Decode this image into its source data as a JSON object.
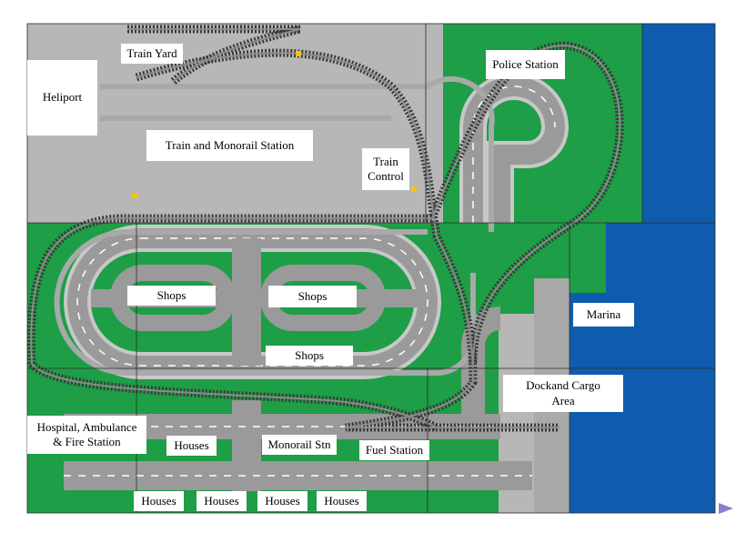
{
  "colors": {
    "background": "#ffffff",
    "concrete": "#b7b7b7",
    "grass": "#1e9e46",
    "water": "#0f5cae",
    "road": "#9a9a9a",
    "road_edge": "#c8c8c8",
    "rail_tie": "#3a3a3a",
    "rail": "#8c8c8c",
    "monorail": "#a9a9a9",
    "grid_line": "#2a2a2a",
    "label_bg": "#ffffff",
    "nav_arrow": "#8a7fd0"
  },
  "labels": {
    "train_yard": "Train Yard",
    "heliport": "Heliport",
    "train_monorail_station": "Train and Monorail Station",
    "police_station": "Police Station",
    "train_control_line1": "Train",
    "train_control_line2": "Control",
    "shops_left": "Shops",
    "shops_right": "Shops",
    "shops_bottom": "Shops",
    "marina": "Marina",
    "dock_line1": "Dockand Cargo",
    "dock_line2": "Area",
    "hospital_line1": "Hospital, Ambulance",
    "hospital_line2": "& Fire Station",
    "houses_middle": "Houses",
    "monorail_stn": "Monorail Stn",
    "fuel_station": "Fuel Station",
    "houses_row": [
      "Houses",
      "Houses",
      "Houses",
      "Houses"
    ]
  },
  "icons": {
    "next_page": "triangle-right-icon"
  }
}
